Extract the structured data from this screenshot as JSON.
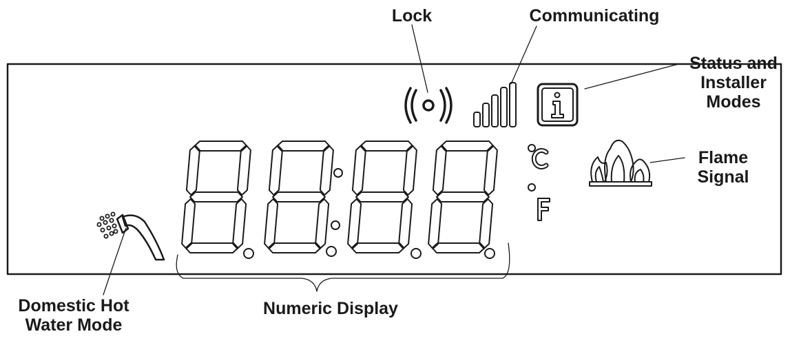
{
  "diagram": {
    "callouts": {
      "lock": "Lock",
      "communicating": "Communicating",
      "status_modes": [
        "Status and",
        "Installer",
        "Modes"
      ],
      "flame_signal": [
        "Flame",
        "Signal"
      ],
      "domestic_hot_water": [
        "Domestic Hot",
        "Water Mode"
      ],
      "numeric_display": "Numeric Display"
    },
    "display": {
      "digit_count": 4,
      "unit_celsius": "C",
      "unit_fahrenheit": "F",
      "info_symbol": "i"
    },
    "icons": [
      "lock-icon",
      "signal-bars-icon",
      "info-icon",
      "degree-celsius-icon",
      "degree-fahrenheit-icon",
      "flame-icon",
      "shower-icon"
    ],
    "colors": {
      "ink": "#1a1a1a",
      "background": "#ffffff"
    }
  }
}
